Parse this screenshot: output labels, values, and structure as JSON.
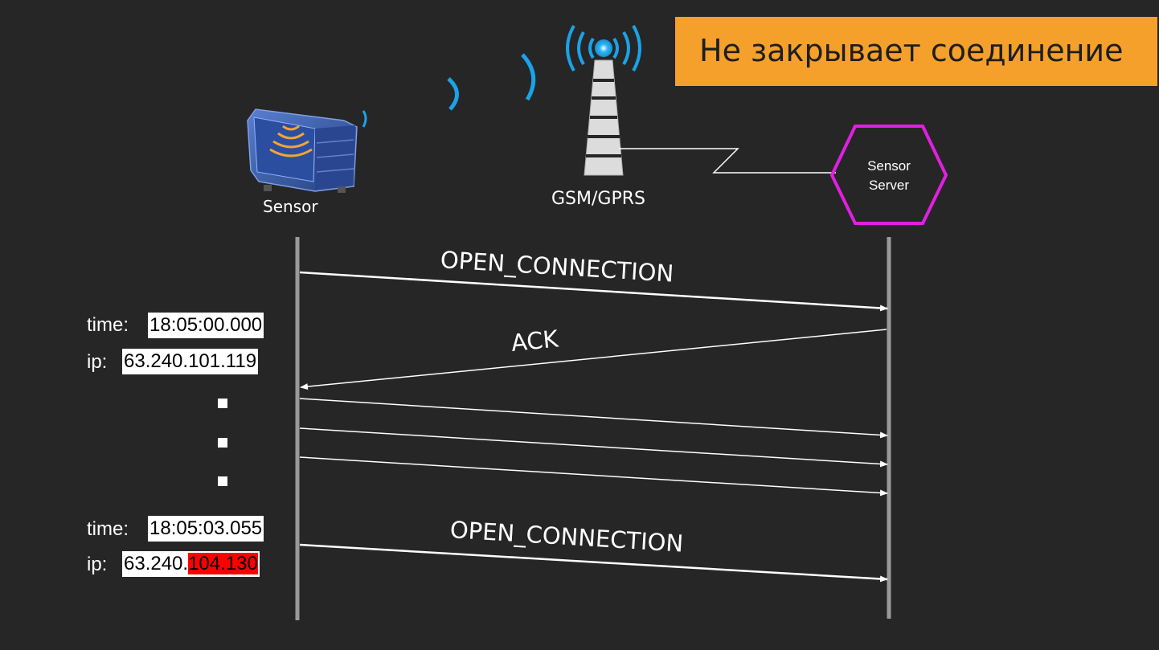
{
  "banner": {
    "text": "Не закрывает соединение"
  },
  "nodes": {
    "sensor": "Sensor",
    "tower": "GSM/GPRS",
    "server_line1": "Sensor",
    "server_line2": "Server"
  },
  "messages": {
    "open_connection_1": "OPEN_CONNECTION",
    "ack": "ACK",
    "open_connection_2": "OPEN_CONNECTION"
  },
  "info": {
    "first": {
      "time_label": "time:",
      "time_value": "18:05:00.000",
      "ip_label": "ip:",
      "ip_value": "63.240.101.119"
    },
    "second": {
      "time_label": "time:",
      "time_value": "18:05:03.055",
      "ip_label": "ip:",
      "ip_prefix": "63.240.",
      "ip_changed": "104.130"
    }
  },
  "colors": {
    "background": "#262626",
    "banner": "#f5a02a",
    "server_outline": "#e020e0",
    "lifeline": "#9a9a9a",
    "signal": "#1aa3e8",
    "sensor_body": "#3d5fb0",
    "sensor_waves": "#f2a531",
    "ip_changed_highlight": "#ff0000"
  },
  "icons": {
    "sensor": "dumpster-sensor-icon",
    "tower": "radio-tower-icon",
    "server": "hexagon-server-icon"
  }
}
